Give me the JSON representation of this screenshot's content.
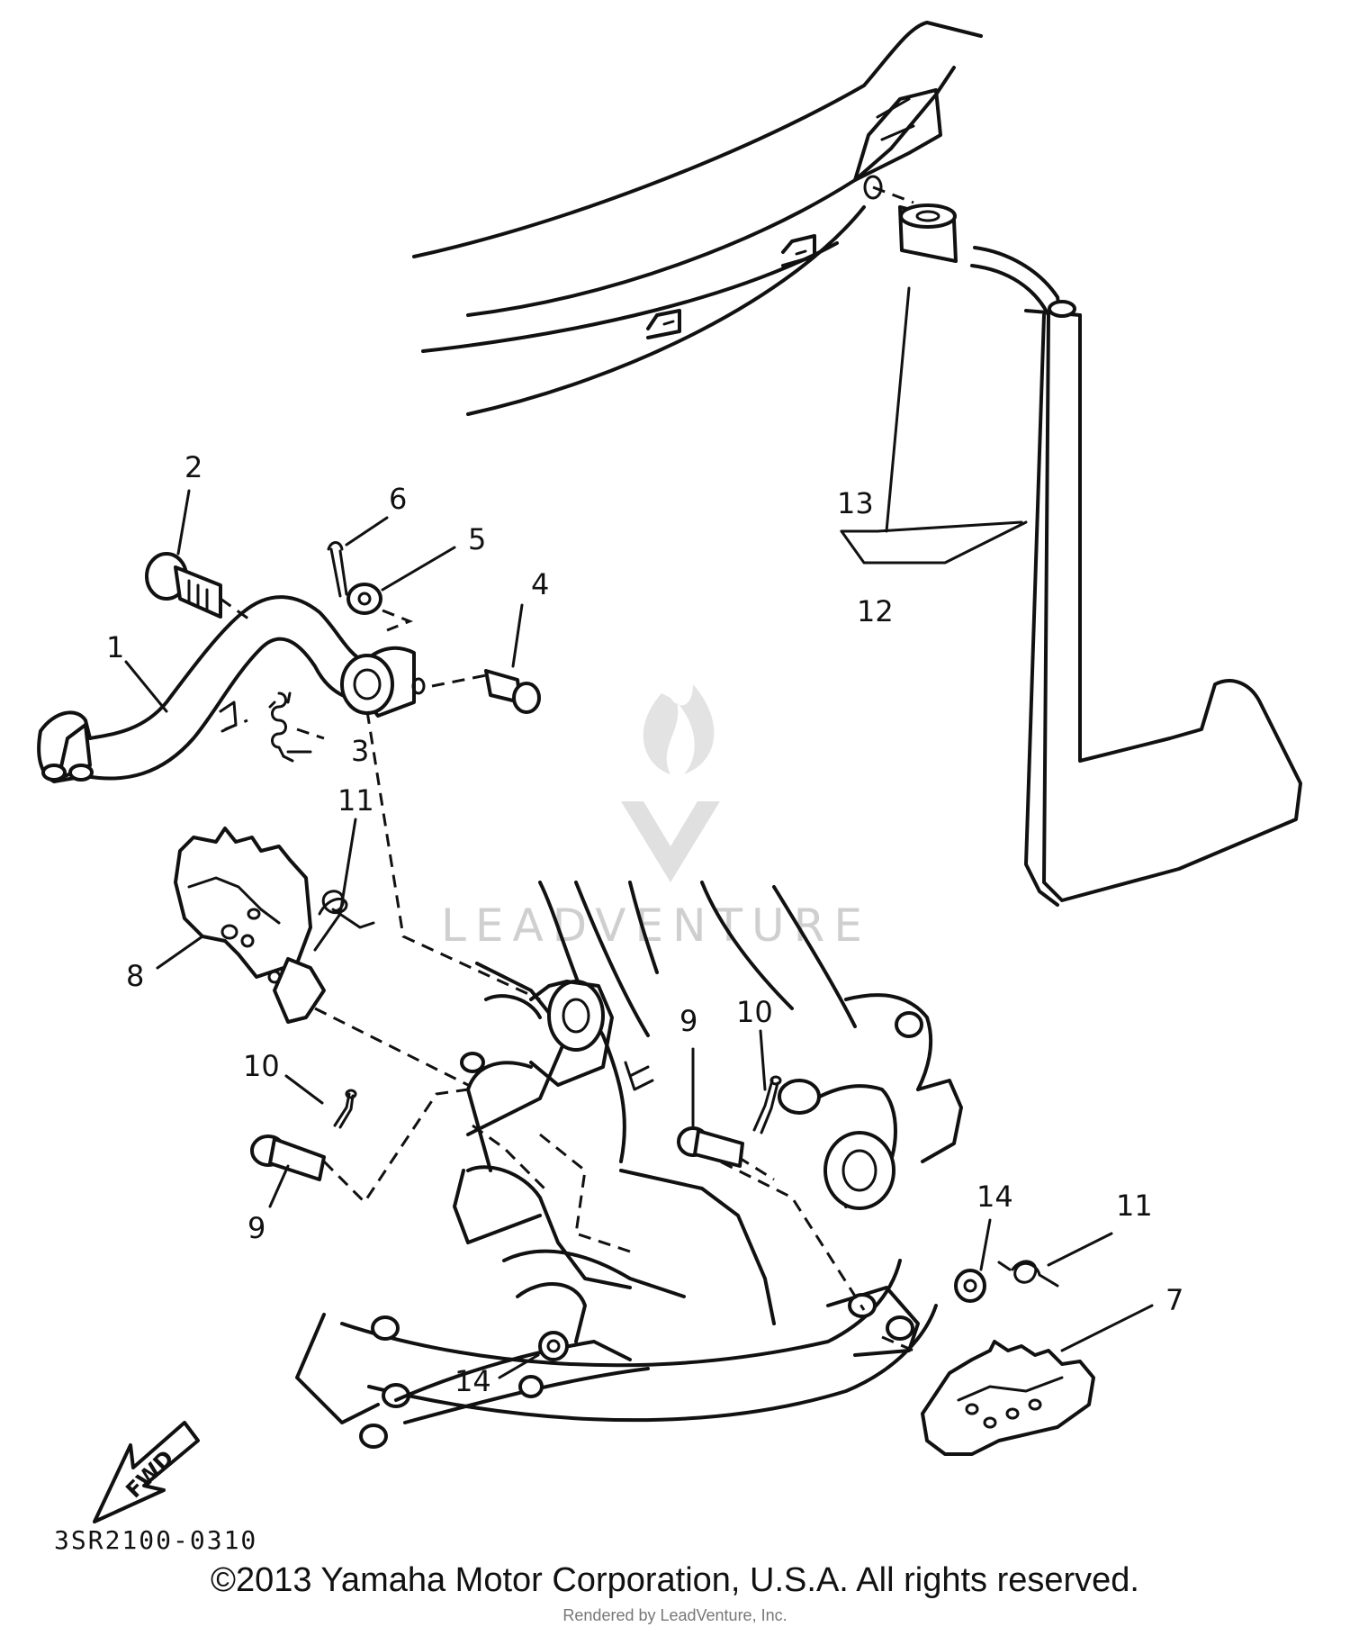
{
  "diagram": {
    "code": "3SR2100-0310",
    "fwd_label": "FWD",
    "watermark_text": "LEADVENTURE",
    "callouts": [
      {
        "id": "c1",
        "label": "1"
      },
      {
        "id": "c2",
        "label": "2"
      },
      {
        "id": "c3",
        "label": "3"
      },
      {
        "id": "c4",
        "label": "4"
      },
      {
        "id": "c5",
        "label": "5"
      },
      {
        "id": "c6",
        "label": "6"
      },
      {
        "id": "c7",
        "label": "7"
      },
      {
        "id": "c8",
        "label": "8"
      },
      {
        "id": "c9a",
        "label": "9"
      },
      {
        "id": "c9b",
        "label": "9"
      },
      {
        "id": "c10a",
        "label": "10"
      },
      {
        "id": "c10b",
        "label": "10"
      },
      {
        "id": "c11a",
        "label": "11"
      },
      {
        "id": "c11b",
        "label": "11"
      },
      {
        "id": "c12",
        "label": "12"
      },
      {
        "id": "c13",
        "label": "13"
      },
      {
        "id": "c14a",
        "label": "14"
      },
      {
        "id": "c14b",
        "label": "14"
      }
    ]
  },
  "footer": {
    "copyright": "©2013 Yamaha Motor Corporation, U.S.A. All rights reserved.",
    "rendered_by": "Rendered by LeadVenture, Inc."
  }
}
